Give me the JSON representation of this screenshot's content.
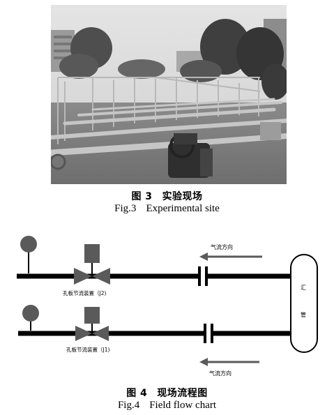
{
  "figure3": {
    "caption_cn_num": "图 3",
    "caption_cn_text": "实验现场",
    "caption_en_num": "Fig.3",
    "caption_en_text": "Experimental site"
  },
  "figure4": {
    "caption_cn_num": "图 4",
    "caption_cn_text": "现场流程图",
    "caption_en_num": "Fig.4",
    "caption_en_text": "Field flow chart",
    "flow_label_top": "气流方向",
    "flow_label_bottom": "气流方向",
    "device_label_top": "孔板节流装置（J2)",
    "device_label_bottom": "孔板节流装置（J1)",
    "header_char_1": "汇",
    "header_char_2": "管"
  }
}
